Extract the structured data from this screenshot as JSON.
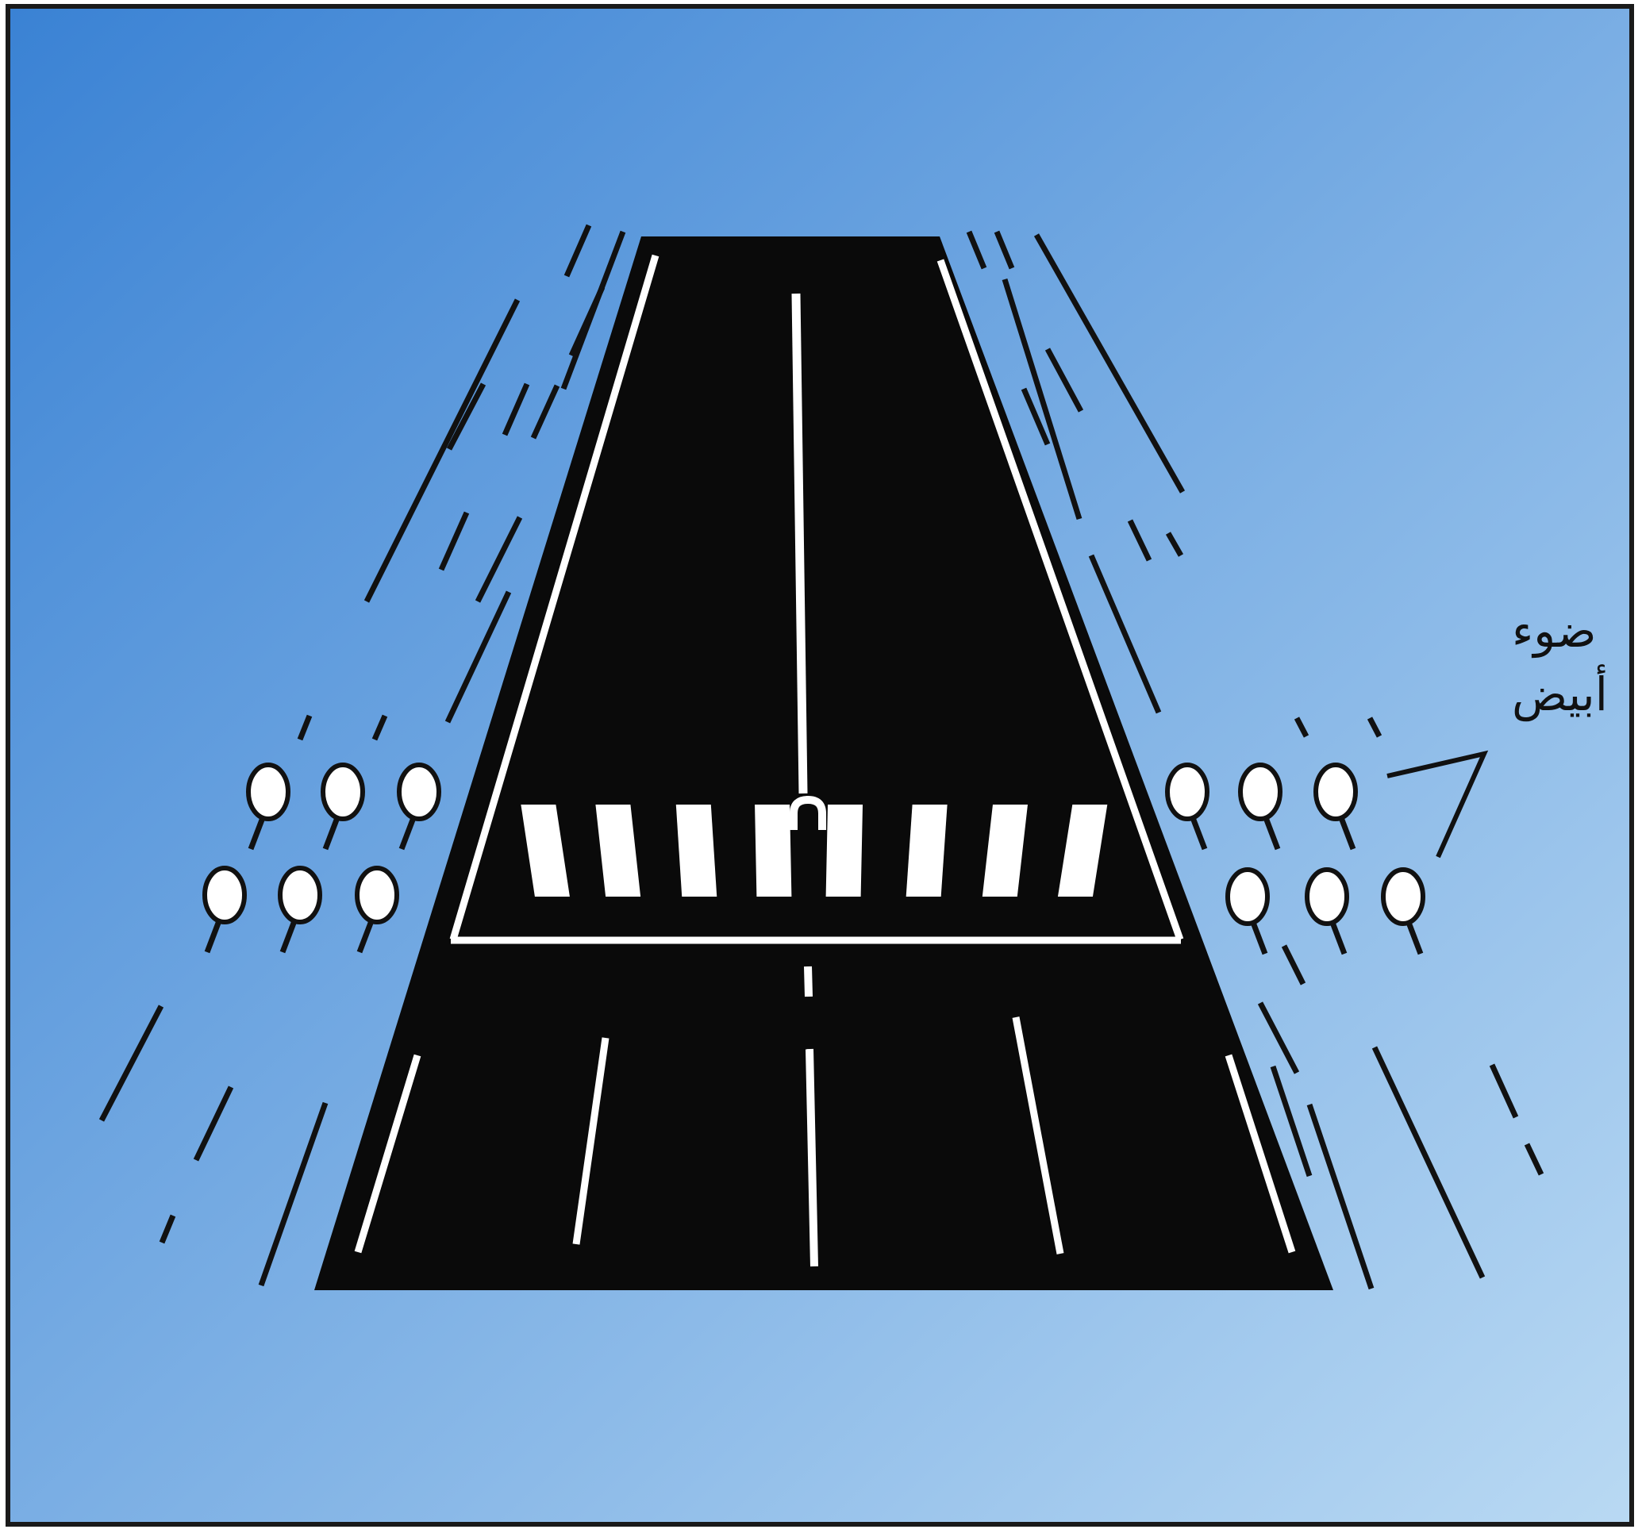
{
  "label": {
    "line1": "ضوء",
    "line2": "أبيض"
  },
  "colors": {
    "sky_top_left": "#3a82d4",
    "sky_bottom_right": "#b9d9f3",
    "frame": "#1a1a1a",
    "runway": "#0a0a0a",
    "markings": "#ffffff",
    "light_stroke": "#111111",
    "light_fill": "#ffffff"
  },
  "approach_lights": {
    "color": "white",
    "per_row_each_side": 3,
    "rows_each_side": 2
  },
  "threshold_bars": 8
}
